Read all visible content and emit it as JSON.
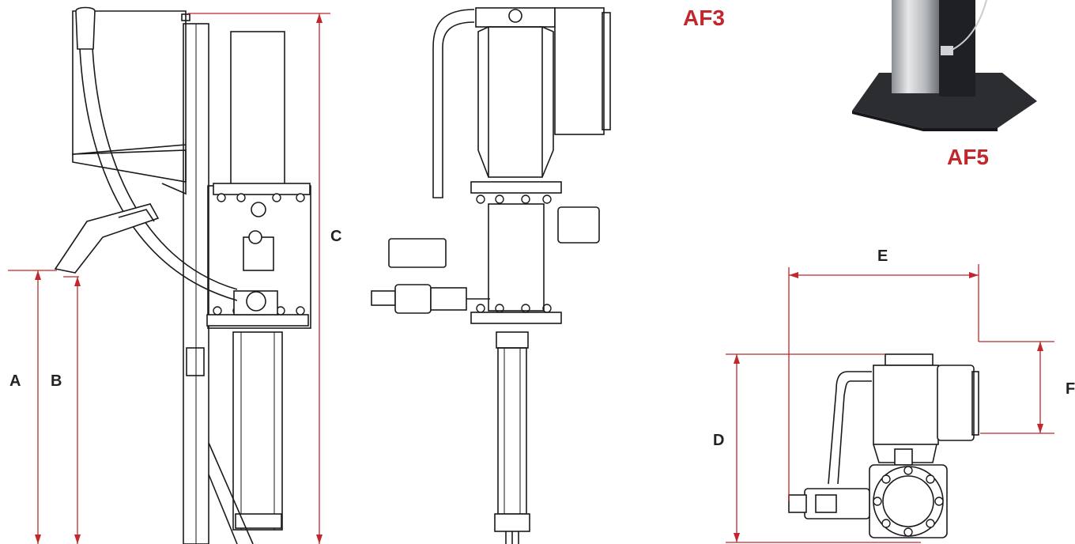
{
  "models": {
    "af3": "AF3",
    "af5": "AF5"
  },
  "dimensions": {
    "a": "A",
    "b": "B",
    "c": "C",
    "d": "D",
    "e": "E",
    "f": "F"
  },
  "colors": {
    "accent": "#c1272d",
    "drawing": "#1a1a1a",
    "background": "#ffffff"
  }
}
